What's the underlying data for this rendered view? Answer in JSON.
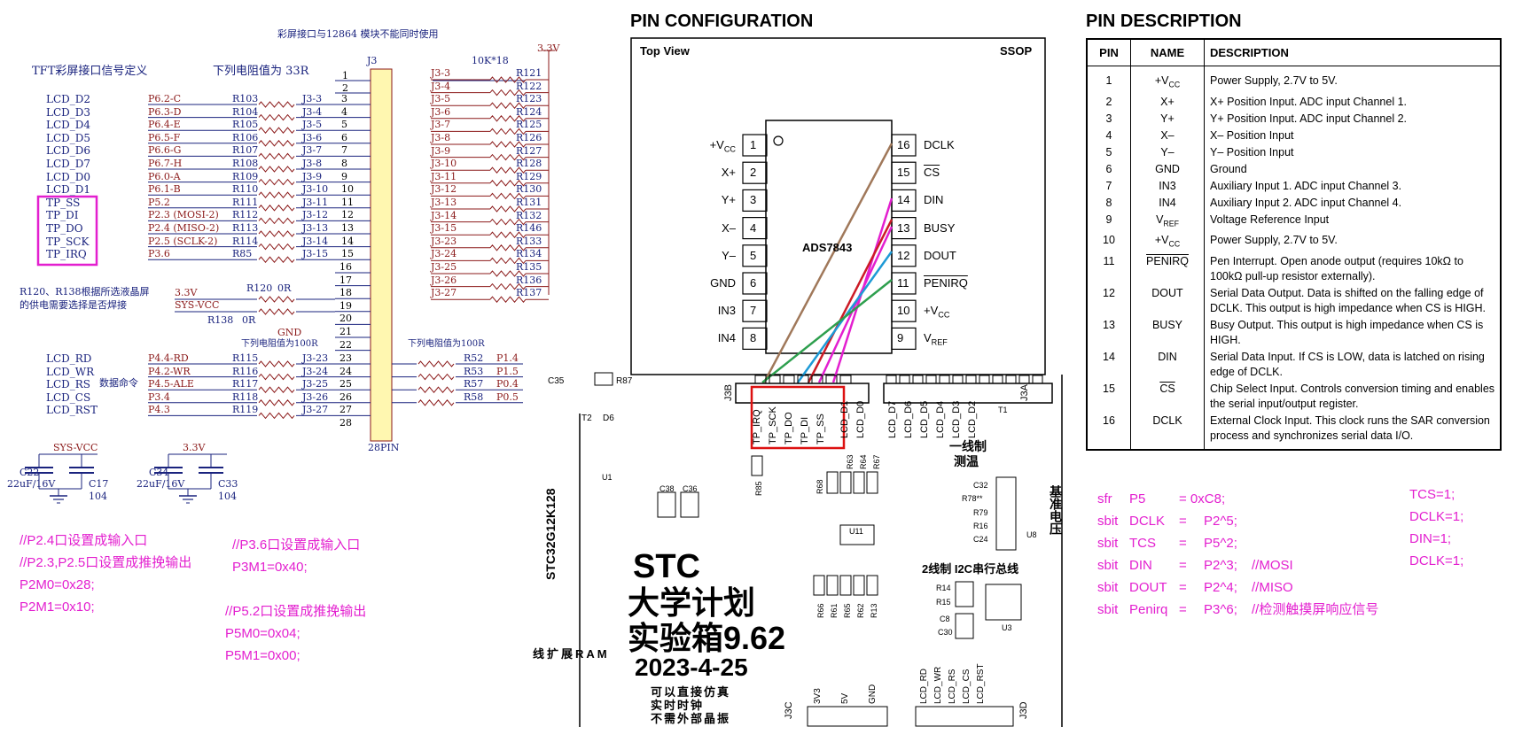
{
  "left_schematic": {
    "note_top": "彩屏接口与12864 模块不能同时使用",
    "tft_title": "TFT彩屏接口信号定义",
    "res_note": "下列电阻值为 33R",
    "j3_label": "J3",
    "j3_bottom": "28PIN",
    "vcc_top": "3.3V",
    "res_array": "10K*18",
    "rows": [
      {
        "sig": "LCD_D2",
        "port": "P6.2-C",
        "res": "R103",
        "net": "J3-3",
        "pin": "3",
        "rnet": "J3-3",
        "rres": "R121"
      },
      {
        "sig": "LCD_D3",
        "port": "P6.3-D",
        "res": "R104",
        "net": "J3-4",
        "pin": "4",
        "rnet": "J3-4",
        "rres": "R122"
      },
      {
        "sig": "LCD_D4",
        "port": "P6.4-E",
        "res": "R105",
        "net": "J3-5",
        "pin": "5",
        "rnet": "J3-5",
        "rres": "R123"
      },
      {
        "sig": "LCD_D5",
        "port": "P6.5-F",
        "res": "R106",
        "net": "J3-6",
        "pin": "6",
        "rnet": "J3-6",
        "rres": "R124"
      },
      {
        "sig": "LCD_D6",
        "port": "P6.6-G",
        "res": "R107",
        "net": "J3-7",
        "pin": "7",
        "rnet": "J3-7",
        "rres": "R125"
      },
      {
        "sig": "LCD_D7",
        "port": "P6.7-H",
        "res": "R108",
        "net": "J3-8",
        "pin": "8",
        "rnet": "J3-8",
        "rres": "R126"
      },
      {
        "sig": "LCD_D0",
        "port": "P6.0-A",
        "res": "R109",
        "net": "J3-9",
        "pin": "9",
        "rnet": "J3-9",
        "rres": "R127"
      },
      {
        "sig": "LCD_D1",
        "port": "P6.1-B",
        "res": "R110",
        "net": "J3-10",
        "pin": "10",
        "rnet": "J3-10",
        "rres": "R128"
      },
      {
        "sig": "TP_SS",
        "port": "P5.2",
        "res": "R111",
        "net": "J3-11",
        "pin": "11",
        "rnet": "J3-11",
        "rres": "R129"
      },
      {
        "sig": "TP_DI",
        "port": "P2.3 (MOSI-2)",
        "res": "R112",
        "net": "J3-12",
        "pin": "12",
        "rnet": "J3-12",
        "rres": "R130"
      },
      {
        "sig": "TP_DO",
        "port": "P2.4 (MISO-2)",
        "res": "R113",
        "net": "J3-13",
        "pin": "13",
        "rnet": "J3-13",
        "rres": "R131"
      },
      {
        "sig": "TP_SCK",
        "port": "P2.5 (SCLK-2)",
        "res": "R114",
        "net": "J3-14",
        "pin": "14",
        "rnet": "J3-14",
        "rres": "R132"
      },
      {
        "sig": "TP_IRQ",
        "port": "P3.6",
        "res": "R85",
        "net": "J3-15",
        "pin": "15",
        "rnet": "J3-15",
        "rres": "R146"
      }
    ],
    "right_extra": [
      {
        "rnet": "J3-23",
        "rres": "R133"
      },
      {
        "rnet": "J3-24",
        "rres": "R134"
      },
      {
        "rnet": "J3-25",
        "rres": "R135"
      },
      {
        "rnet": "J3-26",
        "rres": "R136"
      },
      {
        "rnet": "J3-27",
        "rres": "R137"
      }
    ],
    "pins_mid": [
      "16",
      "17",
      "18",
      "19",
      "20",
      "21",
      "22"
    ],
    "r120_note_1": "R120、R138根据所选液晶屏",
    "r120_note_2": "的供电需要选择是否焊接",
    "supply_3v3": "3.3V",
    "r120": "R120",
    "zero_r_1": "0R",
    "sys_vcc": "SYS-VCC",
    "r138": "R138",
    "zero_r_2": "0R",
    "gnd": "GND",
    "res_note_100_left": "下列电阻值为100R",
    "res_note_100_right": "下列电阻值为100R",
    "data_cmd": "数据命令",
    "bottom_rows": [
      {
        "sig": "LCD_RD",
        "port": "P4.4-RD",
        "res": "R115",
        "net": "J3-23",
        "pin": "23",
        "rres": "R52",
        "rport": "P1.4"
      },
      {
        "sig": "LCD_WR",
        "port": "P4.2-WR",
        "res": "R116",
        "net": "J3-24",
        "pin": "24",
        "rres": "R53",
        "rport": "P1.5"
      },
      {
        "sig": "LCD_RS",
        "port": "P4.5-ALE",
        "res": "R117",
        "net": "J3-25",
        "pin": "25",
        "rres": "R57",
        "rport": "P0.4"
      },
      {
        "sig": "LCD_CS",
        "port": "P3.4",
        "res": "R118",
        "net": "J3-26",
        "pin": "26",
        "rres": "R58",
        "rport": "P0.5"
      },
      {
        "sig": "LCD_RST",
        "port": "P4.3",
        "res": "R119",
        "net": "J3-27",
        "pin": "27",
        "rres": "",
        "rport": ""
      }
    ],
    "pin_28": "28",
    "cap_left": {
      "net": "SYS-VCC",
      "c1": "C22",
      "c1v": "22uF/16V",
      "c2": "C17",
      "c2v": "104"
    },
    "cap_right": {
      "net": "3.3V",
      "c1": "C34",
      "c1v": "22uF/16V",
      "c2": "C33",
      "c2v": "104"
    }
  },
  "code_left": [
    "//P2.4口设置成输入口",
    "//P2.3,P2.5口设置成推挽输出",
    "P2M0=0x28;",
    "P2M1=0x10;"
  ],
  "code_mid": [
    "//P3.6口设置成输入口",
    "P3M1=0x40;"
  ],
  "code_mid2": [
    "//P5.2口设置成推挽输出",
    "P5M0=0x04;",
    "P5M1=0x00;"
  ],
  "pin_config": {
    "title": "PIN CONFIGURATION",
    "top_view": "Top View",
    "package": "SSOP",
    "chip": "ADS7843",
    "left_pins": [
      {
        "num": "1",
        "name": "+V",
        "sub": "CC"
      },
      {
        "num": "2",
        "name": "X+",
        "sub": ""
      },
      {
        "num": "3",
        "name": "Y+",
        "sub": ""
      },
      {
        "num": "4",
        "name": "X–",
        "sub": ""
      },
      {
        "num": "5",
        "name": "Y–",
        "sub": ""
      },
      {
        "num": "6",
        "name": "GND",
        "sub": ""
      },
      {
        "num": "7",
        "name": "IN3",
        "sub": ""
      },
      {
        "num": "8",
        "name": "IN4",
        "sub": ""
      }
    ],
    "right_pins": [
      {
        "num": "16",
        "name": "DCLK",
        "sub": "",
        "bar": false
      },
      {
        "num": "15",
        "name": "CS",
        "sub": "",
        "bar": true
      },
      {
        "num": "14",
        "name": "DIN",
        "sub": "",
        "bar": false
      },
      {
        "num": "13",
        "name": "BUSY",
        "sub": "",
        "bar": false
      },
      {
        "num": "12",
        "name": "DOUT",
        "sub": "",
        "bar": false
      },
      {
        "num": "11",
        "name": "PENIRQ",
        "sub": "",
        "bar": true
      },
      {
        "num": "10",
        "name": "+V",
        "sub": "CC",
        "bar": false
      },
      {
        "num": "9",
        "name": "V",
        "sub": "REF",
        "bar": false
      }
    ]
  },
  "pcb": {
    "c35": "C35",
    "r87": "R87",
    "t2": "T2",
    "d6": "D6",
    "j3b": "J3B",
    "j3a": "J3A",
    "t1": "T1",
    "tp_labels": [
      "TP_IRQ",
      "TP_SCK",
      "TP_DO",
      "TP_DI",
      "TP_SS"
    ],
    "lcd_labels_1": [
      "LCD_D1",
      "LCD_D0"
    ],
    "lcd_labels_2": [
      "LCD_D7",
      "LCD_D6",
      "LCD_D5",
      "LCD_D4",
      "LCD_D3",
      "LCD_D2"
    ],
    "stc_chip": "STC32G12K128",
    "u1": "U1",
    "r85": "R85",
    "c38": "C38",
    "c36": "C36",
    "r68": "R68",
    "r63_67": [
      "R63",
      "R64",
      "R67"
    ],
    "temp_1": "一线制",
    "temp_2": "测温",
    "c32": "C32",
    "r78": "R78**",
    "r79": "R79",
    "r16": "R16",
    "c24": "C24",
    "u8": "U8",
    "vref": "基准电压",
    "u11": "U11",
    "brand": "STC",
    "line1": "大学计划",
    "line2": "实验箱9.62",
    "date": "2023-4-25",
    "i2c": "2线制 I2C串行总线",
    "r_row": [
      "R66",
      "R61",
      "R65",
      "R62",
      "R13"
    ],
    "r14": "R14",
    "r15": "R15",
    "c8": "C8",
    "c30": "C30",
    "u3": "U3",
    "ram": "线扩展RAM",
    "notes": [
      "可以直接仿真",
      "实时时钟",
      "不需外部晶振"
    ],
    "pwr": [
      "3V3",
      "5V",
      "GND"
    ],
    "j3c": "J3C",
    "bottom_lcd": [
      "LCD_RD",
      "LCD_WR",
      "LCD_RS",
      "LCD_CS",
      "LCD_RST"
    ],
    "j3d": "J3D"
  },
  "pin_desc": {
    "title": "PIN DESCRIPTION",
    "headers": [
      "PIN",
      "NAME",
      "DESCRIPTION"
    ],
    "rows": [
      {
        "pin": "1",
        "name": "+V",
        "sub": "CC",
        "bar": false,
        "desc": "Power Supply, 2.7V to 5V."
      },
      {
        "pin": "2",
        "name": "X+",
        "sub": "",
        "bar": false,
        "desc": "X+ Position Input. ADC input Channel 1."
      },
      {
        "pin": "3",
        "name": "Y+",
        "sub": "",
        "bar": false,
        "desc": "Y+ Position Input. ADC input Channel 2."
      },
      {
        "pin": "4",
        "name": "X–",
        "sub": "",
        "bar": false,
        "desc": "X– Position Input"
      },
      {
        "pin": "5",
        "name": "Y–",
        "sub": "",
        "bar": false,
        "desc": "Y– Position Input"
      },
      {
        "pin": "6",
        "name": "GND",
        "sub": "",
        "bar": false,
        "desc": "Ground"
      },
      {
        "pin": "7",
        "name": "IN3",
        "sub": "",
        "bar": false,
        "desc": "Auxiliary Input 1. ADC input Channel 3."
      },
      {
        "pin": "8",
        "name": "IN4",
        "sub": "",
        "bar": false,
        "desc": "Auxiliary Input 2. ADC input Channel 4."
      },
      {
        "pin": "9",
        "name": "V",
        "sub": "REF",
        "bar": false,
        "desc": "Voltage Reference Input"
      },
      {
        "pin": "10",
        "name": "+V",
        "sub": "CC",
        "bar": false,
        "desc": "Power Supply, 2.7V to 5V."
      },
      {
        "pin": "11",
        "name": "PENIRQ",
        "sub": "",
        "bar": true,
        "desc": "Pen Interrupt. Open anode output (requires 10kΩ to 100kΩ pull-up resistor externally)."
      },
      {
        "pin": "12",
        "name": "DOUT",
        "sub": "",
        "bar": false,
        "desc": "Serial Data Output. Data is shifted on the falling edge of DCLK. This output is high impedance when CS is HIGH."
      },
      {
        "pin": "13",
        "name": "BUSY",
        "sub": "",
        "bar": false,
        "desc": "Busy Output. This output is high impedance when CS is HIGH."
      },
      {
        "pin": "14",
        "name": "DIN",
        "sub": "",
        "bar": false,
        "desc": "Serial Data Input. If CS is LOW, data is latched on rising edge of DCLK."
      },
      {
        "pin": "15",
        "name": "CS",
        "sub": "",
        "bar": true,
        "desc": "Chip Select Input. Controls conversion timing and enables the serial input/output register."
      },
      {
        "pin": "16",
        "name": "DCLK",
        "sub": "",
        "bar": false,
        "desc": "External Clock Input. This clock runs the SAR conversion process and synchronizes serial data I/O."
      }
    ]
  },
  "code_right": [
    {
      "a": "sfr",
      "b": "P5",
      "c": "= 0xC8;",
      "d": ""
    },
    {
      "a": "sbit",
      "b": "DCLK",
      "c": "=",
      "d": "P2^5;"
    },
    {
      "a": "sbit",
      "b": "TCS",
      "c": "=",
      "d": "P5^2;"
    },
    {
      "a": "sbit",
      "b": "DIN",
      "c": "=",
      "d": "P2^3;",
      "e": "//MOSI"
    },
    {
      "a": "sbit",
      "b": "DOUT",
      "c": "=",
      "d": "P2^4;",
      "e": "//MISO"
    },
    {
      "a": "sbit",
      "b": "Penirq",
      "c": "=",
      "d": "P3^6;",
      "e": "//检测触摸屏响应信号"
    }
  ],
  "code_far_right": [
    "TCS=1;",
    "DCLK=1;",
    "DIN=1;",
    "DCLK=1;"
  ]
}
